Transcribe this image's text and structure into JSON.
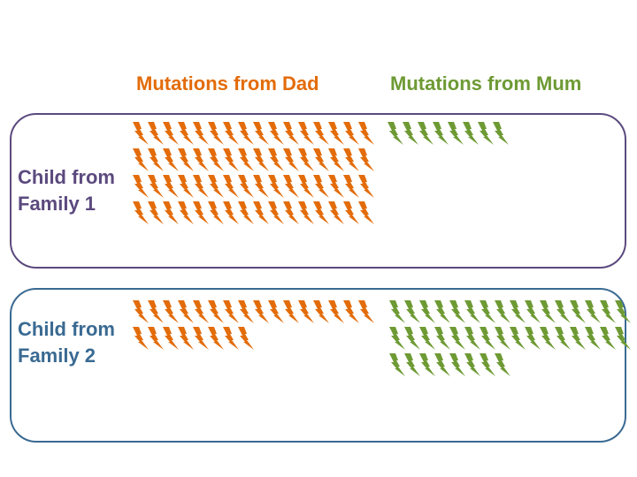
{
  "headings": {
    "dad": "Mutations from Dad",
    "mum": "Mutations from Mum"
  },
  "families": [
    {
      "label_line1": "Child from",
      "label_line2": "Family 1",
      "dad_mutations": 64,
      "mum_mutations": 8
    },
    {
      "label_line1": "Child from",
      "label_line2": "Family 2",
      "dad_mutations": 24,
      "mum_mutations": 40
    }
  ],
  "icons": {
    "mutation": "lightning-bolt-icon"
  },
  "colors": {
    "dad": "#e36c0a",
    "mum": "#6e9a34",
    "family1": "#5b4a7e",
    "family2": "#3a6a92"
  }
}
